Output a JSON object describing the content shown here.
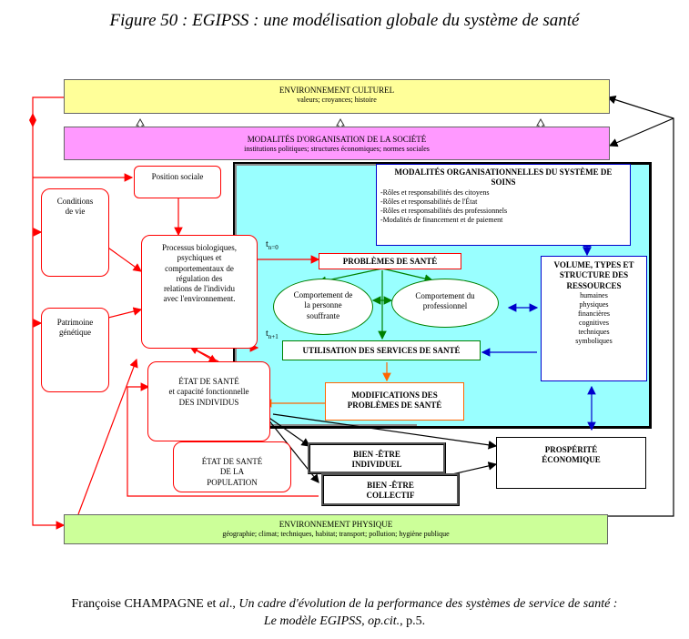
{
  "figure_title": "Figure 50 : EGIPSS : une modélisation globale du système de santé",
  "env_culturel": {
    "title": "ENVIRONNEMENT CULTUREL",
    "sub": "valeurs;  croyances;  histoire"
  },
  "modalites_societe": {
    "title": "MODALITÉS D'ORGANISATION DE LA SOCIÉTÉ",
    "sub": "institutions politiques;  structures économiques;  normes sociales"
  },
  "position_sociale": "Position sociale",
  "conditions_vie": [
    "Conditions",
    "de vie"
  ],
  "patrimoine": [
    "Patrimoine",
    "génétique"
  ],
  "processus": [
    "Processus biologiques,",
    "psychiques et",
    "comportementaux de",
    "régulation des",
    "relations de l'individu",
    "avec l'environnement."
  ],
  "modalites_soins": {
    "title": [
      "MODALITÉS ORGANISATIONNELLES DU SYSTÈME DE",
      "SOINS"
    ],
    "items": [
      "-Rôles et responsabilités des citoyens",
      "-Rôles et responsabilités de l'État",
      "-Rôles et responsabilités des professionnels",
      "-Modalités de financement et de paiement"
    ]
  },
  "t0": {
    "base": "t",
    "sub": "n=0"
  },
  "t1": {
    "base": "t",
    "sub": "n+1"
  },
  "problemes_sante": "PROBLÈMES DE SANTÉ",
  "comp_personne": [
    "Comportement de",
    "la personne",
    "souffrante"
  ],
  "comp_professionnel": [
    "Comportement du",
    "professionnel"
  ],
  "ressources": {
    "title": [
      "VOLUME, TYPES ET",
      "STRUCTURE DES",
      "RESSOURCES"
    ],
    "items": [
      "humaines",
      "physiques",
      "financières",
      "cognitives",
      "techniques",
      "symboliques"
    ]
  },
  "utilisation": "UTILISATION DES SERVICES DE SANTÉ",
  "modifications": [
    "MODIFICATIONS DES",
    "PROBLÈMES DE SANTÉ"
  ],
  "etat_individus": [
    "ÉTAT DE SANTÉ",
    "et capacité fonctionnelle",
    "DES INDIVIDUS"
  ],
  "etat_population": [
    "ÉTAT DE SANTÉ",
    "DE LA",
    "POPULATION"
  ],
  "bien_individuel": [
    "BIEN -ÊTRE",
    "INDIVIDUEL"
  ],
  "bien_collectif": [
    "BIEN -ÊTRE",
    "COLLECTIF"
  ],
  "prosperite": [
    "PROSPÉRITÉ",
    "ÉCONOMIQUE"
  ],
  "env_physique": {
    "title": "ENVIRONNEMENT PHYSIQUE",
    "sub": "géographie;  climat;  techniques,  habitat;  transport;  pollution;  hygiène publique"
  },
  "caption": {
    "author": "Françoise CHAMPAGNE et ",
    "etal": "al",
    "sep": "., ",
    "title_line1": "Un cadre d'évolution de la performance des systèmes de service de santé :",
    "title_line2": "Le modèle EGIPSS",
    "opcit": ", op.cit.",
    "page": ", p.5."
  },
  "colors": {
    "culturel": "#ffff99",
    "societe": "#ff99ff",
    "systeme": "#99ffff",
    "physique": "#ccff99",
    "red": "#ff0000",
    "green": "#008000",
    "blue": "#0000cc",
    "orange": "#ff6600"
  }
}
